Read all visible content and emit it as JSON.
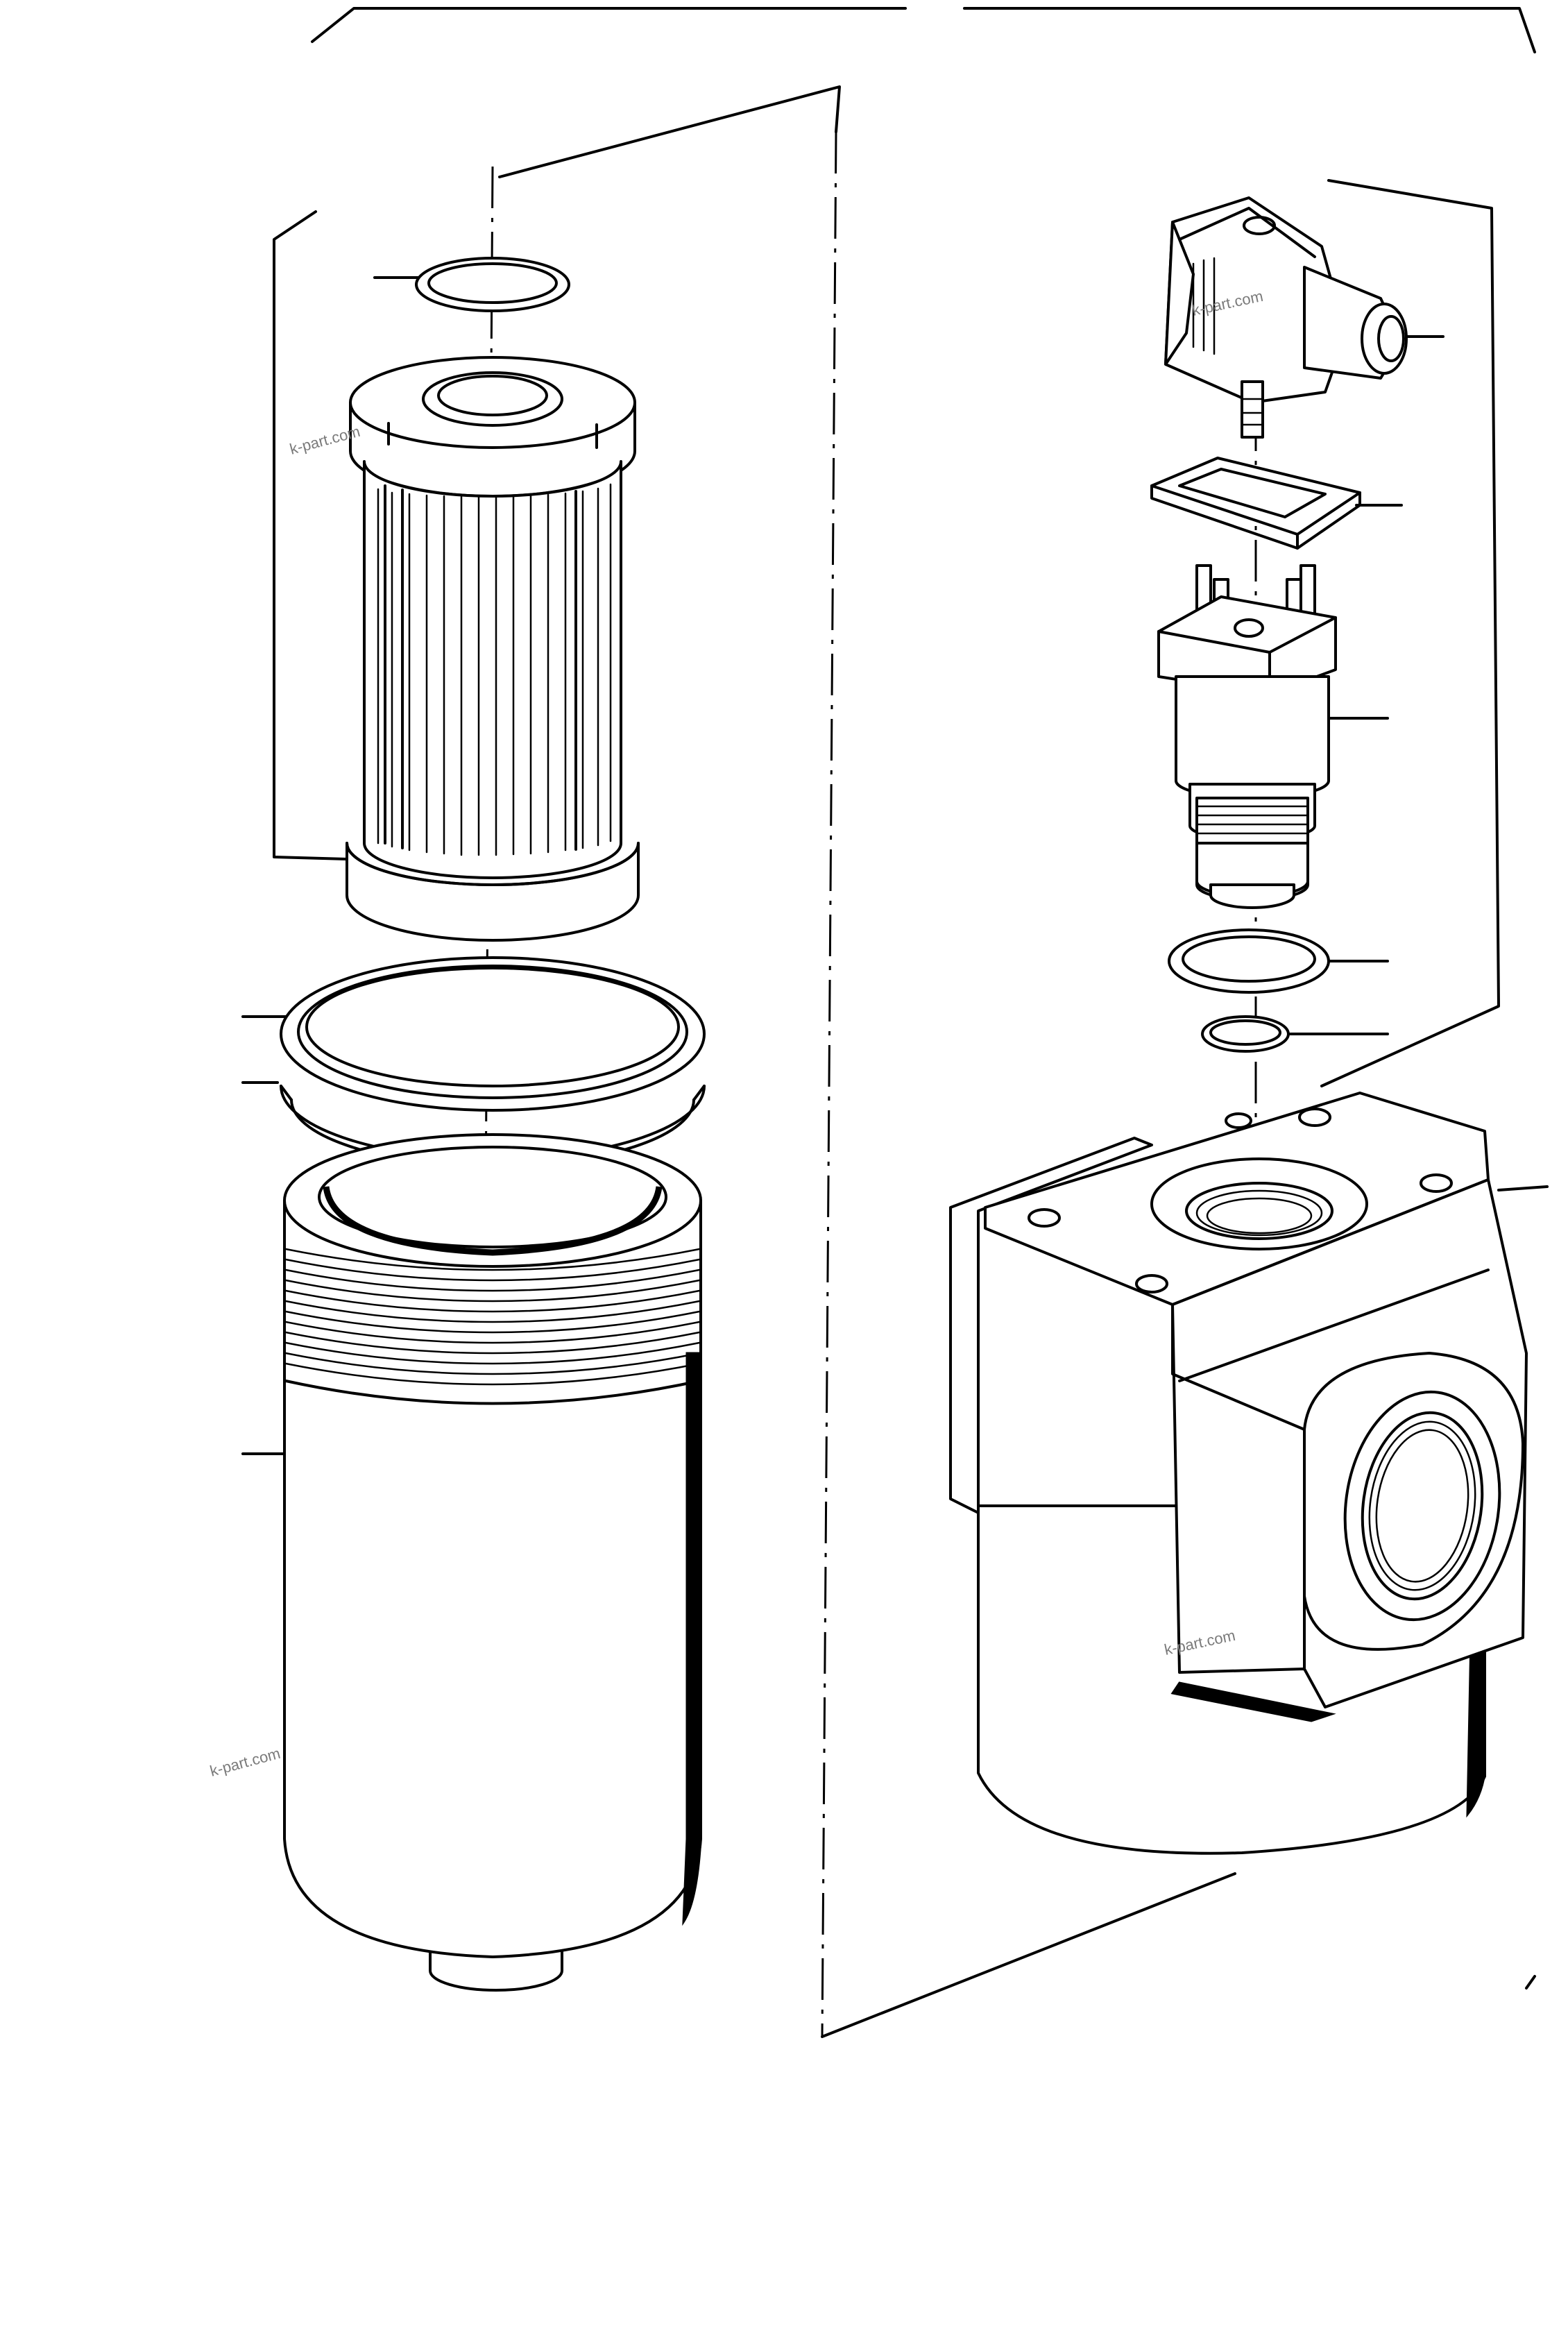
{
  "diagram": {
    "watermarks": [
      "k-part.com",
      "k-part.com",
      "k-part.com",
      "k-part.com"
    ],
    "components": [
      "small-o-ring",
      "filter-element",
      "large-seal-ring",
      "backup-ring",
      "filter-bowl",
      "electrical-connector-plug",
      "connector-gasket",
      "clogging-indicator-switch",
      "indicator-sealing-washer",
      "indicator-o-ring",
      "filter-head"
    ]
  }
}
